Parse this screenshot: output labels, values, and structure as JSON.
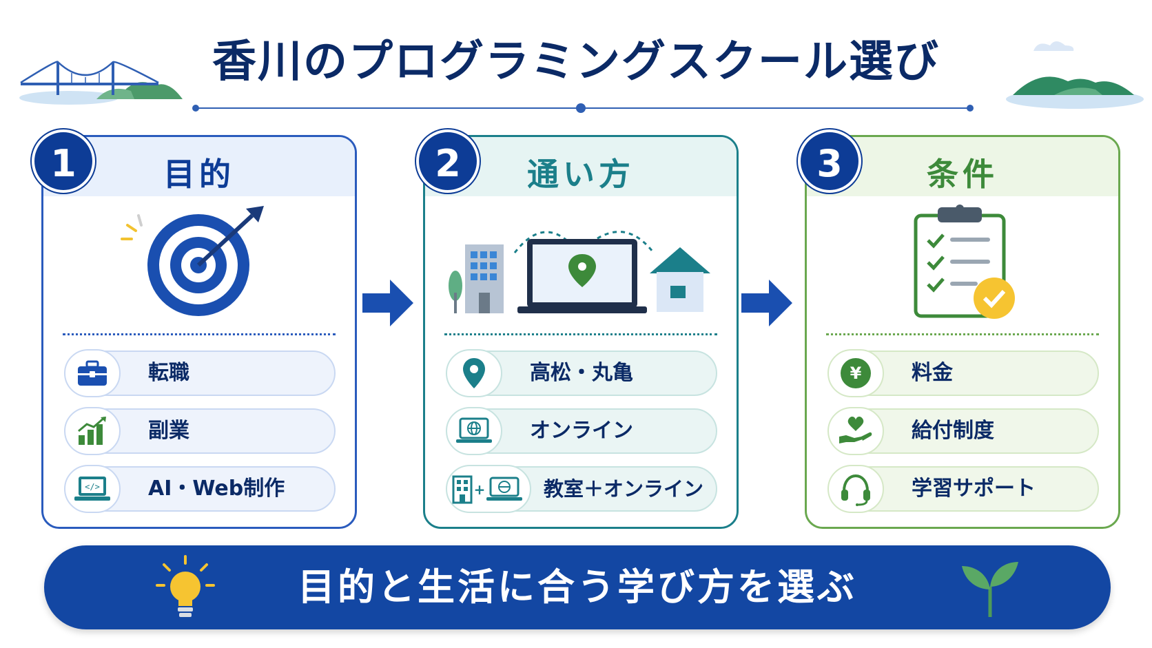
{
  "title": "香川のプログラミングスクール選び",
  "steps": [
    {
      "number": "1",
      "heading": "目的",
      "accent": "#0d3c96",
      "items": [
        "転職",
        "副業",
        "AI・Web制作"
      ]
    },
    {
      "number": "2",
      "heading": "通い方",
      "accent": "#1b7f8a",
      "items": [
        "高松・丸亀",
        "オンライン",
        "教室＋オンライン"
      ]
    },
    {
      "number": "3",
      "heading": "条件",
      "accent": "#3d8a3a",
      "items": [
        "料金",
        "給付制度",
        "学習サポート"
      ]
    }
  ],
  "banner": "目的と生活に合う学び方を選ぶ",
  "icons": {
    "step1": [
      "briefcase-icon",
      "growth-chart-icon",
      "code-laptop-icon"
    ],
    "step2": [
      "location-pin-icon",
      "online-laptop-icon",
      "building-plus-laptop-icon"
    ],
    "step3": [
      "yen-coin-icon",
      "heart-hand-icon",
      "headset-icon"
    ]
  },
  "colors": {
    "navy": "#0d3c96",
    "teal": "#1b7f8a",
    "green": "#3d8a3a",
    "banner": "#1347a3"
  }
}
